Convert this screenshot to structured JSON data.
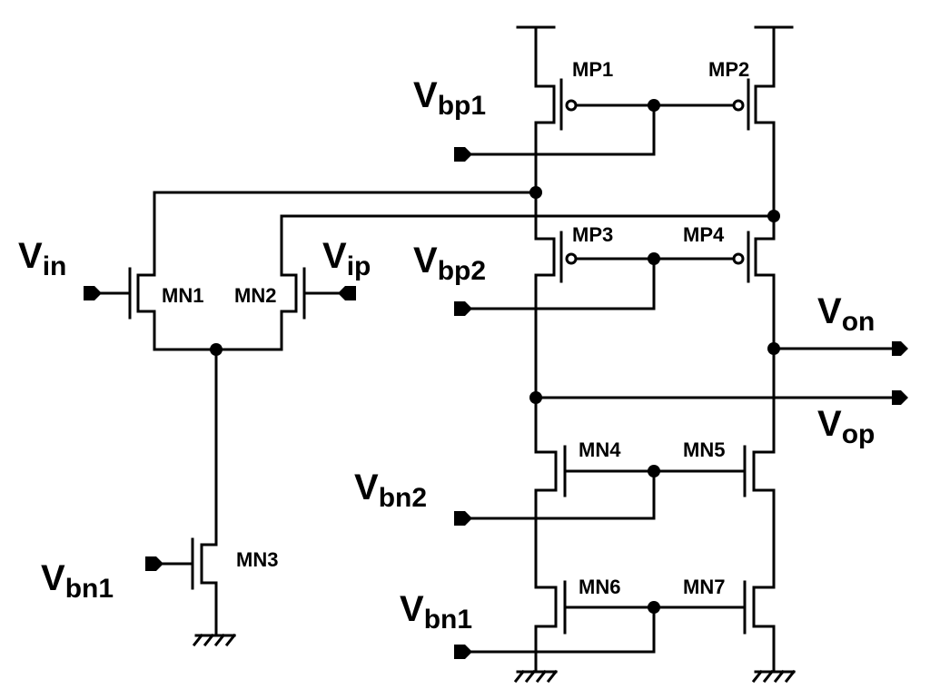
{
  "devices": {
    "mp1": "MP1",
    "mp2": "MP2",
    "mp3": "MP3",
    "mp4": "MP4",
    "mn1": "MN1",
    "mn2": "MN2",
    "mn3": "MN3",
    "mn4": "MN4",
    "mn5": "MN5",
    "mn6": "MN6",
    "mn7": "MN7"
  },
  "ports": {
    "vbp1": {
      "main": "V",
      "sub": "bp1"
    },
    "vbp2": {
      "main": "V",
      "sub": "bp2"
    },
    "vin": {
      "main": "V",
      "sub": "in"
    },
    "vip": {
      "main": "V",
      "sub": "ip"
    },
    "von": {
      "main": "V",
      "sub": "on"
    },
    "vop": {
      "main": "V",
      "sub": "op"
    },
    "vbn2": {
      "main": "V",
      "sub": "bn2"
    },
    "vbn1_left": {
      "main": "V",
      "sub": "bn1"
    },
    "vbn1_right": {
      "main": "V",
      "sub": "bn1"
    }
  }
}
